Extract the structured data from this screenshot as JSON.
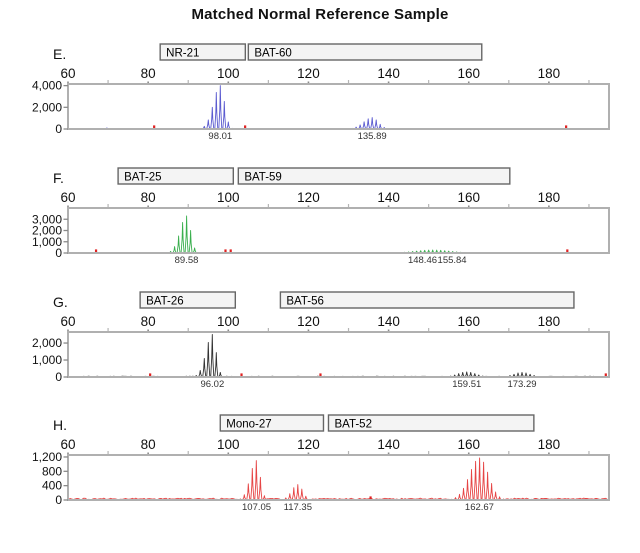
{
  "title": "Matched Normal Reference Sample",
  "chart_data": {
    "type": "line",
    "title": "Matched Normal Reference Sample",
    "x_axis": {
      "min": 60,
      "max": 195,
      "major_ticks": [
        60,
        80,
        100,
        120,
        140,
        160,
        180
      ],
      "minor_ticks": [
        70,
        90,
        110,
        130,
        150,
        170,
        190
      ],
      "tick_labels": [
        "60",
        "80",
        "100",
        "120",
        "140",
        "160",
        "180"
      ]
    },
    "panels": [
      {
        "letter": "E.",
        "trace_color": "#5b5bd0",
        "markers": [
          {
            "label": "NR-21",
            "from": 83,
            "to": 104.5
          },
          {
            "label": "BAT-60",
            "from": 105,
            "to": 163.5
          }
        ],
        "y_ticks": [
          {
            "label": "4,000",
            "value": 4000
          },
          {
            "label": "2,000",
            "value": 2000
          },
          {
            "label": "0",
            "value": 0
          }
        ],
        "y_top": 4150,
        "clusters": [
          {
            "center": 69.7,
            "max": 100,
            "sl": 0.4,
            "sr": 0.4
          },
          {
            "center": 98.0,
            "max": 4000,
            "sl": 1.7,
            "sr": 1.05
          },
          {
            "center": 135.9,
            "max": 1050,
            "sl": 2.1,
            "sr": 1.5
          }
        ],
        "noise_base": 2,
        "noise_amp": 30,
        "red_dots": [
          81.5,
          104.2,
          184.3
        ],
        "peaks": [
          {
            "x": 98.01,
            "label": "98.01"
          },
          {
            "x": 135.89,
            "label": "135.89"
          }
        ]
      },
      {
        "letter": "F.",
        "trace_color": "#3aaf4e",
        "markers": [
          {
            "label": "BAT-25",
            "from": 72.5,
            "to": 101.5
          },
          {
            "label": "BAT-59",
            "from": 102.5,
            "to": 170.5
          }
        ],
        "y_ticks": [
          {
            "label": "3,000",
            "value": 3000
          },
          {
            "label": "2,000",
            "value": 2000
          },
          {
            "label": "1,000",
            "value": 1000
          },
          {
            "label": "0",
            "value": 0
          }
        ],
        "y_top": 4000,
        "clusters": [
          {
            "center": 89.6,
            "max": 3300,
            "sl": 1.6,
            "sr": 1.0
          },
          {
            "center": 98.5,
            "max": 70,
            "sl": 2.2,
            "sr": 2.2
          },
          {
            "center": 151.0,
            "max": 265,
            "sl": 4.3,
            "sr": 4.3
          }
        ],
        "noise_base": 2,
        "noise_amp": 32,
        "red_dots": [
          67.0,
          99.3,
          100.6,
          184.6
        ],
        "peaks": [
          {
            "x": 89.58,
            "label": "89.58"
          },
          {
            "x": 148.46,
            "label": "148.46"
          },
          {
            "x": 155.84,
            "label": "155.84"
          }
        ]
      },
      {
        "letter": "G.",
        "trace_color": "#333333",
        "markers": [
          {
            "label": "BAT-26",
            "from": 78,
            "to": 102
          },
          {
            "label": "BAT-56",
            "from": 113,
            "to": 186.5
          }
        ],
        "y_ticks": [
          {
            "label": "2,000",
            "value": 2000
          },
          {
            "label": "1,000",
            "value": 1000
          },
          {
            "label": "0",
            "value": 0
          }
        ],
        "y_top": 2650,
        "clusters": [
          {
            "center": 96.0,
            "max": 2500,
            "sl": 1.55,
            "sr": 0.95
          },
          {
            "center": 159.5,
            "max": 300,
            "sl": 2.2,
            "sr": 2.2
          },
          {
            "center": 173.3,
            "max": 265,
            "sl": 2.0,
            "sr": 2.0
          }
        ],
        "noise_base": 2,
        "noise_amp": 45,
        "red_dots": [
          80.5,
          103.3,
          123.0,
          194.2
        ],
        "peaks": [
          {
            "x": 96.02,
            "label": "96.02"
          },
          {
            "x": 159.51,
            "label": "159.51"
          },
          {
            "x": 173.29,
            "label": "173.29"
          }
        ]
      },
      {
        "letter": "H.",
        "trace_color": "#e64545",
        "markers": [
          {
            "label": "Mono-27",
            "from": 98,
            "to": 124
          },
          {
            "label": "BAT-52",
            "from": 125,
            "to": 176.5
          }
        ],
        "y_ticks": [
          {
            "label": "1,200",
            "value": 1200
          },
          {
            "label": "800",
            "value": 800
          },
          {
            "label": "400",
            "value": 400
          },
          {
            "label": "0",
            "value": 0
          }
        ],
        "y_top": 1255,
        "clusters": [
          {
            "center": 107.0,
            "max": 1100,
            "sl": 1.5,
            "sr": 0.95
          },
          {
            "center": 117.35,
            "max": 430,
            "sl": 1.5,
            "sr": 1.2
          },
          {
            "center": 162.7,
            "max": 1170,
            "sl": 2.5,
            "sr": 2.2
          }
        ],
        "noise_base": 12,
        "noise_amp": 38,
        "red_dots": [
          135.5
        ],
        "peaks": [
          {
            "x": 107.05,
            "label": "107.05"
          },
          {
            "x": 117.35,
            "label": "117.35"
          },
          {
            "x": 162.67,
            "label": "162.67"
          }
        ]
      }
    ]
  },
  "colors": {
    "marker_box_fill": "#f4f4f4",
    "marker_box_border": "#666666",
    "plot_box_border": "#b0b0b0",
    "major_tick": "#8a8a8a",
    "minor_tick": "#b5b5b5",
    "axis_text": "#111111",
    "peak_label_text": "#333333",
    "red_dot": "#e02222"
  }
}
